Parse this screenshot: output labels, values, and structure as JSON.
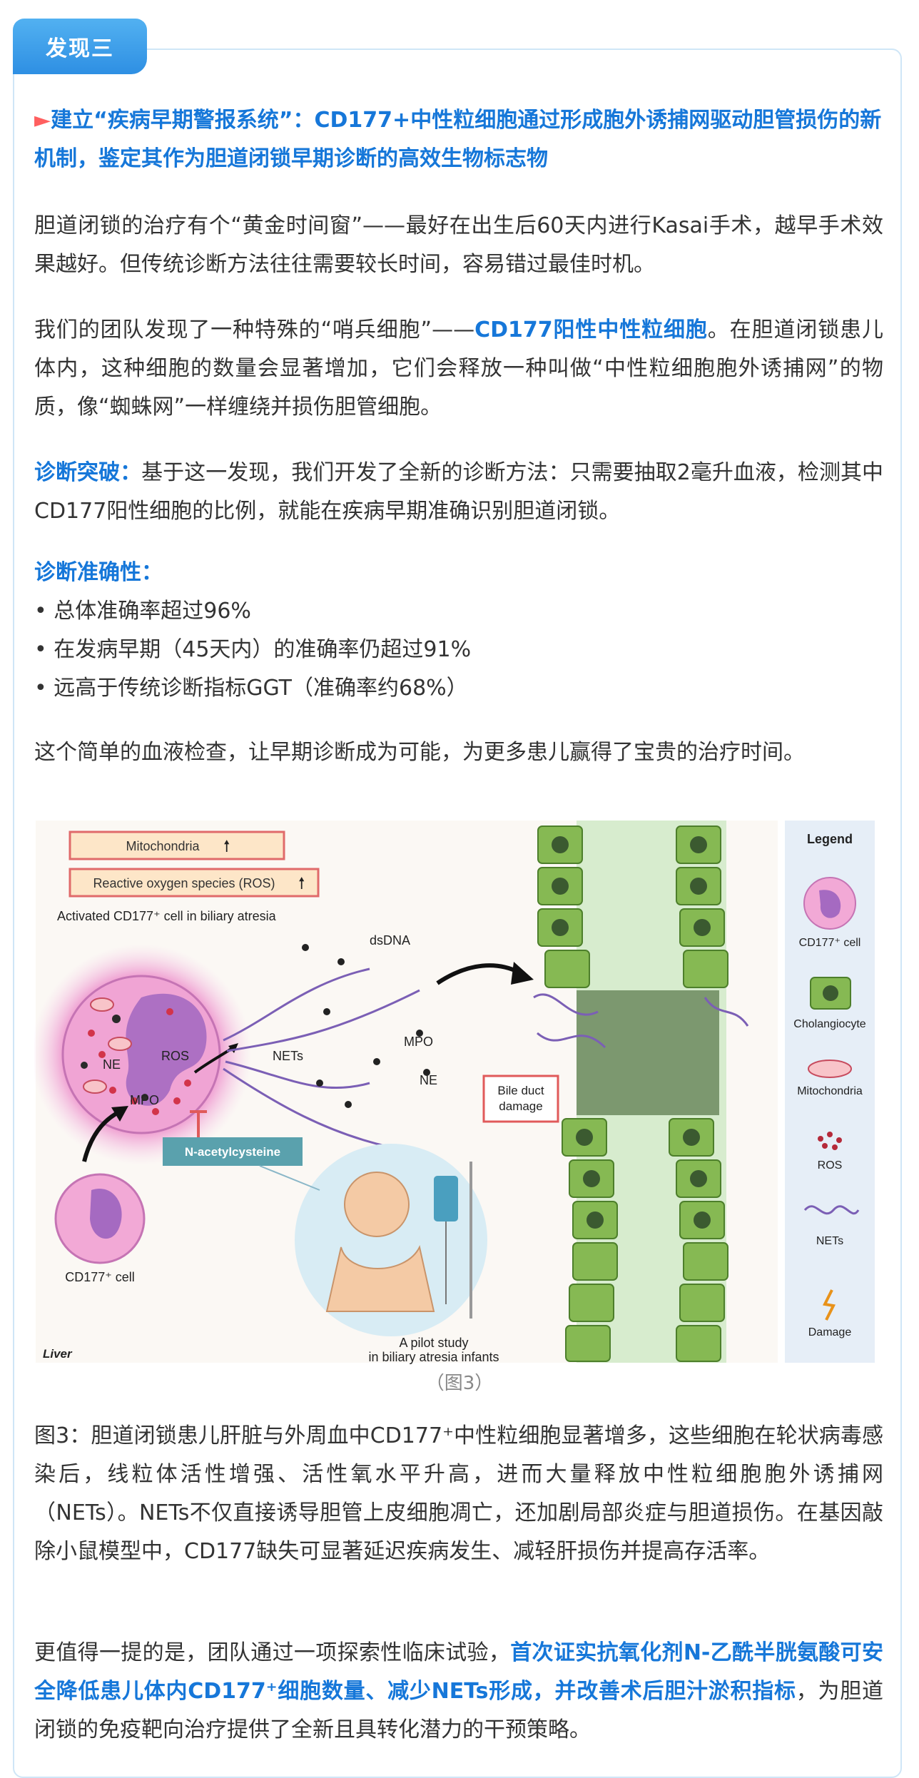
{
  "section_tab": "发现三",
  "headline": {
    "marker": "►",
    "text": "建立“疾病早期警报系统”：CD177+中性粒细胞通过形成胞外诱捕网驱动胆管损伤的新机制，鉴定其作为胆道闭锁早期诊断的高效生物标志物"
  },
  "para1": "胆道闭锁的治疗有个“黄金时间窗”——最好在出生后60天内进行Kasai手术，越早手术效果越好。但传统诊断方法往往需要较长时间，容易错过最佳时机。",
  "para2": {
    "pre": "我们的团队发现了一种特殊的“哨兵细胞”——",
    "highlight": "CD177阳性中性粒细胞",
    "post": "。在胆道闭锁患儿体内，这种细胞的数量会显著增加，它们会释放一种叫做“中性粒细胞胞外诱捕网”的物质，像“蜘蛛网”一样缠绕并损伤胆管细胞。"
  },
  "para3": {
    "label": "诊断突破：",
    "text": "基于这一发现，我们开发了全新的诊断方法：只需要抽取2毫升血液，检测其中CD177阳性细胞的比例，就能在疾病早期准确识别胆道闭锁。"
  },
  "accuracy": {
    "label": "诊断准确性：",
    "items": [
      "总体准确率超过96%",
      "在发病早期（45天内）的准确率仍超过91%",
      "远高于传统诊断指标GGT（准确率约68%）"
    ]
  },
  "para4": "这个简单的血液检查，让早期诊断成为可能，为更多患儿赢得了宝贵的治疗时间。",
  "figure": {
    "mito_box": "Mitochondria",
    "ros_box": "Reactive oxygen species (ROS)",
    "activated_label": "Activated CD177⁺ cell in biliary  atresia",
    "dsdna": "dsDNA",
    "ros": "ROS",
    "ne": "NE",
    "mpo": "MPO",
    "nets": "NETs",
    "mpo2": "MPO",
    "ne2": "NE",
    "bile_damage_1": "Bile duct",
    "bile_damage_2": "damage",
    "nac": "N-acetylcysteine",
    "cd177_cell": "CD177⁺ cell",
    "pilot_1": "A pilot study",
    "pilot_2": "in biliary atresia infants",
    "liver": "Liver",
    "legend_title": "Legend",
    "legend_items": [
      "CD177⁺ cell",
      "Cholangiocyte",
      "Mitochondria",
      "ROS",
      "NETs",
      "Damage"
    ]
  },
  "figure_caption": "（图3）",
  "para5": "图3：胆道闭锁患儿肝脏与外周血中CD177⁺中性粒细胞显著增多，这些细胞在轮状病毒感染后，线粒体活性增强、活性氧水平升高，进而大量释放中性粒细胞胞外诱捕网（NETs）。NETs不仅直接诱导胆管上皮细胞凋亡，还加剧局部炎症与胆道损伤。在基因敲除小鼠模型中，CD177缺失可显著延迟疾病发生、减轻肝损伤并提高存活率。",
  "para6": {
    "pre": "更值得一提的是，团队通过一项探索性临床试验，",
    "highlight": "首次证实抗氧化剂N-乙酰半胱氨酸可安全降低患儿体内CD177⁺细胞数量、减少NETs形成，并改善术后胆汁淤积指标",
    "post": "，为胆道闭锁的免疫靶向治疗提供了全新且具转化潜力的干预策略。"
  }
}
